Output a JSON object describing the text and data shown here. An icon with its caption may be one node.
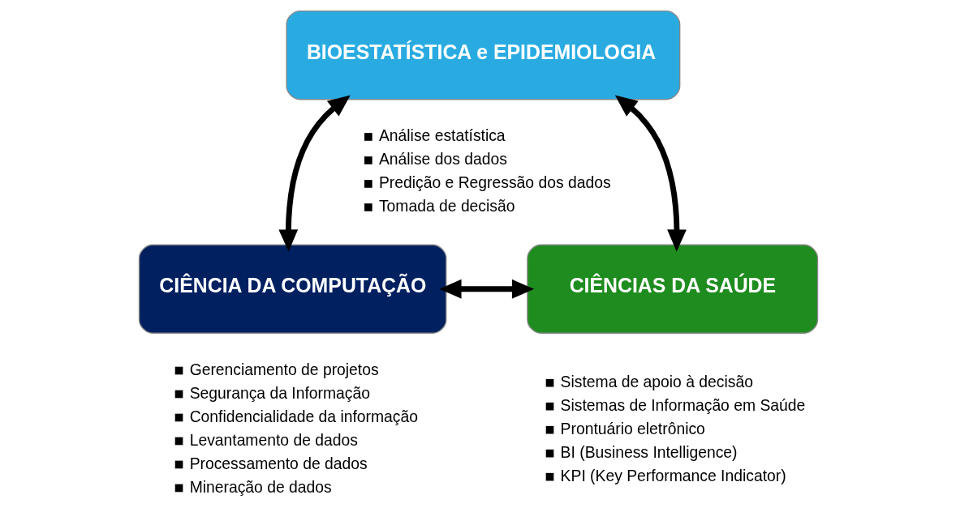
{
  "diagram": {
    "nodes": [
      {
        "text": [
          "BIOESTATÍSTICA e EPIDEMIOLOGIA"
        ],
        "beside": [
          "Análise estatística",
          "Análise dos dados",
          "Predição e Regressão dos dados",
          "Tomada de decisão"
        ]
      },
      {
        "text": [
          "CIÊNCIA DA COMPUTAÇÃO"
        ],
        "beside": [
          "Gerenciamento de projetos",
          "Segurança da Informação",
          "Confidencialidade da informação",
          "Levantamento de dados",
          "Processamento de dados",
          "Mineração de dados"
        ]
      },
      {
        "text": [
          "CIÊNCIAS DA SAÚDE"
        ],
        "beside": [
          "Sistema de apoio à decisão",
          "Sistemas de Informação em Saúde",
          "Prontuário eletrônico",
          "BI (Business Intelligence)",
          "KPI (Key Performance Indicator)"
        ]
      }
    ],
    "edges": [
      {
        "from": 0,
        "to": 1,
        "arrow": "both"
      },
      {
        "from": 0,
        "to": 2,
        "arrow": "both"
      },
      {
        "from": 1,
        "to": 2,
        "arrow": "both"
      }
    ]
  }
}
